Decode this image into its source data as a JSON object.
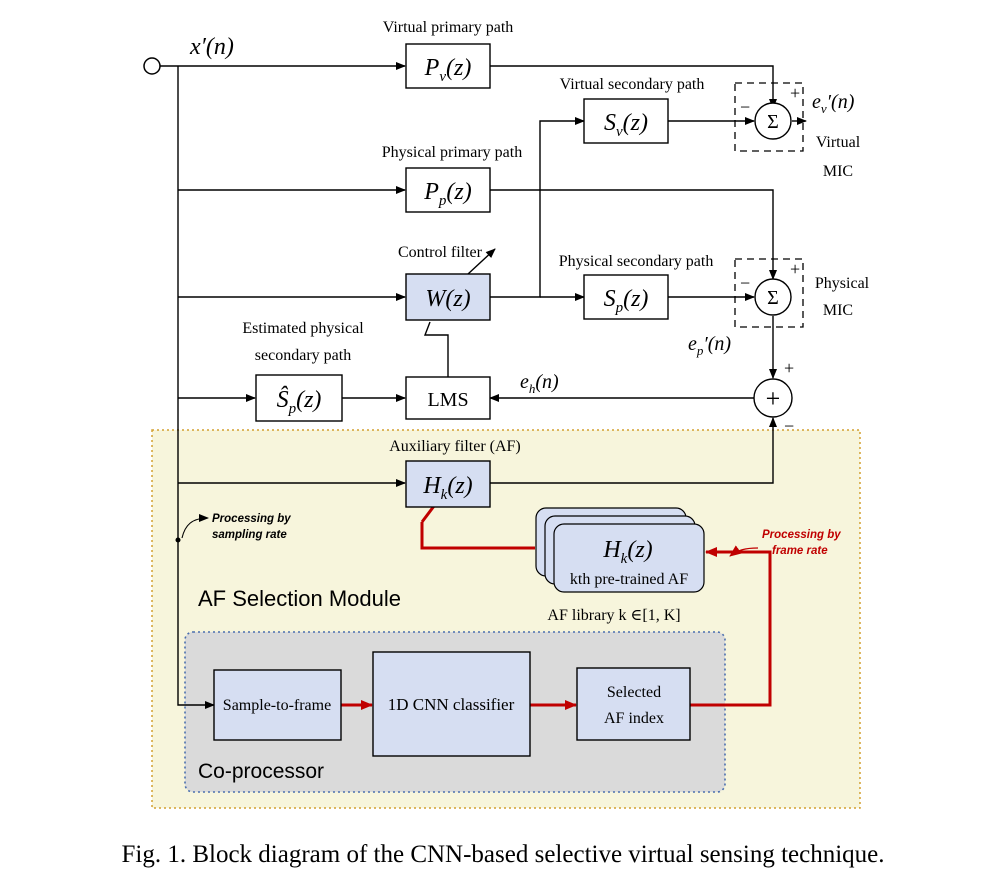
{
  "diagram": {
    "input_signal": "x′(n)",
    "paths": {
      "virtual_primary": {
        "label": "Virtual primary path",
        "symbol": "P",
        "sub": "v"
      },
      "virtual_secondary": {
        "label": "Virtual secondary path",
        "symbol": "S",
        "sub": "v"
      },
      "physical_primary": {
        "label": "Physical primary path",
        "symbol": "P",
        "sub": "p"
      },
      "control_filter": {
        "label": "Control filter",
        "symbol": "W"
      },
      "physical_secondary": {
        "label": "Physical secondary path",
        "symbol": "S",
        "sub": "p"
      },
      "estimated_physical_secondary": {
        "label_line1": "Estimated physical",
        "label_line2": "secondary path",
        "symbol": "Ŝ",
        "sub": "p"
      },
      "lms": {
        "label": "LMS"
      },
      "auxiliary_filter": {
        "label": "Auxiliary filter (AF)",
        "symbol": "H",
        "sub": "k"
      }
    },
    "z_arg": "(z)",
    "signals": {
      "virtual_error": "e",
      "virtual_error_sub": "v",
      "virtual_error_tail": "′(n)",
      "physical_error": "e",
      "physical_error_sub": "p",
      "physical_error_tail": "′(n)",
      "h_error": "e",
      "h_error_sub": "h",
      "h_error_tail": "(n)"
    },
    "mics": {
      "virtual_line1": "Virtual",
      "virtual_line2": "MIC",
      "physical_line1": "Physical",
      "physical_line2": "MIC"
    },
    "symbols": {
      "sigma": "Σ",
      "plus": "+",
      "minus": "−",
      "adder": "+"
    },
    "af_module": {
      "title": "AF Selection Module",
      "library_symbol": "H",
      "library_sub": "k",
      "library_item": "kth pre-trained AF",
      "library_caption": "AF library  k ∈[1, K]"
    },
    "coprocessor": {
      "title": "Co-processor",
      "block1": "Sample-to-frame",
      "block2": "1D CNN classifier",
      "block3_line1": "Selected",
      "block3_line2": "AF index"
    },
    "notes": {
      "sampling_line1": "Processing by",
      "sampling_line2": "sampling rate",
      "frame_line1": "Processing by",
      "frame_line2": "frame rate"
    },
    "caption": "Fig. 1.  Block diagram of the CNN-based selective virtual sensing technique."
  }
}
